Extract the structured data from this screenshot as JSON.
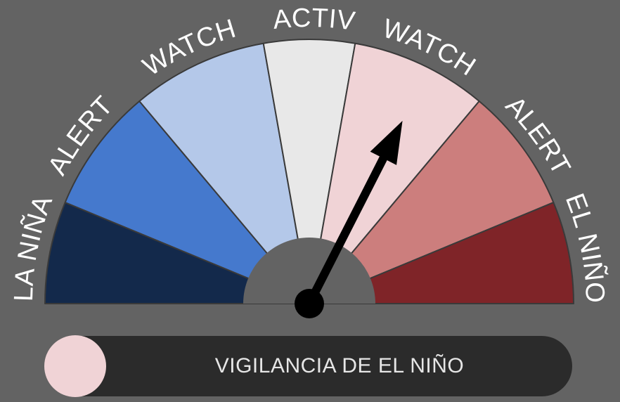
{
  "gauge": {
    "title": "",
    "segments": [
      {
        "label": "LA NIÑA",
        "color": "#13294b"
      },
      {
        "label": "ALERT",
        "color": "#4579cd"
      },
      {
        "label": "WATCH",
        "color": "#b4c8e9"
      },
      {
        "label": "INACTIVE",
        "color": "#e8e8e8"
      },
      {
        "label": "WATCH",
        "color": "#f0d3d6"
      },
      {
        "label": "ALERT",
        "color": "#cc7e7d"
      },
      {
        "label": "EL NIÑO",
        "color": "#7f2428"
      }
    ],
    "active_segment": "WATCH",
    "active_segment_index": 4,
    "needle_color": "#000000",
    "hub_color": "#636363"
  },
  "status": {
    "text": "VIGILANCIA DE EL NIÑO",
    "indicator_color": "#f0d3d6"
  }
}
